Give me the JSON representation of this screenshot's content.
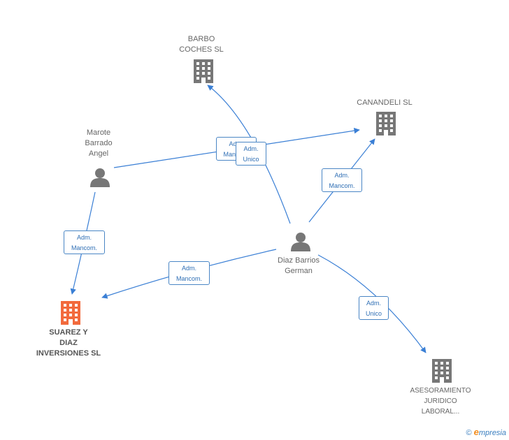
{
  "nodes": {
    "barbo": {
      "lines": [
        "BARBO",
        "COCHES SL"
      ],
      "type": "company"
    },
    "canandeli": {
      "lines": [
        "CANANDELI SL"
      ],
      "type": "company"
    },
    "marote": {
      "lines": [
        "Marote",
        "Barrado",
        "Angel"
      ],
      "type": "person"
    },
    "diaz": {
      "lines": [
        "Diaz Barrios",
        "German"
      ],
      "type": "person"
    },
    "suarez": {
      "lines": [
        "SUAREZ Y",
        "DIAZ",
        "INVERSIONES SL"
      ],
      "type": "company",
      "highlighted": true
    },
    "asesoramiento": {
      "lines": [
        "ASESORAMIENTO",
        "JURIDICO",
        "LABORAL..."
      ],
      "type": "company"
    }
  },
  "edges": {
    "marote_canandeli": {
      "lines": [
        "Adm.",
        "Mancom."
      ]
    },
    "diaz_barbo": {
      "lines": [
        "Adm.",
        "Unico"
      ]
    },
    "diaz_canandeli": {
      "lines": [
        "Adm.",
        "Mancom."
      ]
    },
    "marote_suarez": {
      "lines": [
        "Adm.",
        "Mancom."
      ]
    },
    "diaz_suarez": {
      "lines": [
        "Adm.",
        "Mancom."
      ]
    },
    "diaz_asesoramiento": {
      "lines": [
        "Adm.",
        "Unico"
      ]
    }
  },
  "colors": {
    "edge": "#3a7fd5",
    "company": "#777777",
    "highlight": "#f26a3d",
    "person": "#777777"
  },
  "brand": {
    "copyright": "©",
    "initial": "e",
    "rest": "mpresia"
  }
}
